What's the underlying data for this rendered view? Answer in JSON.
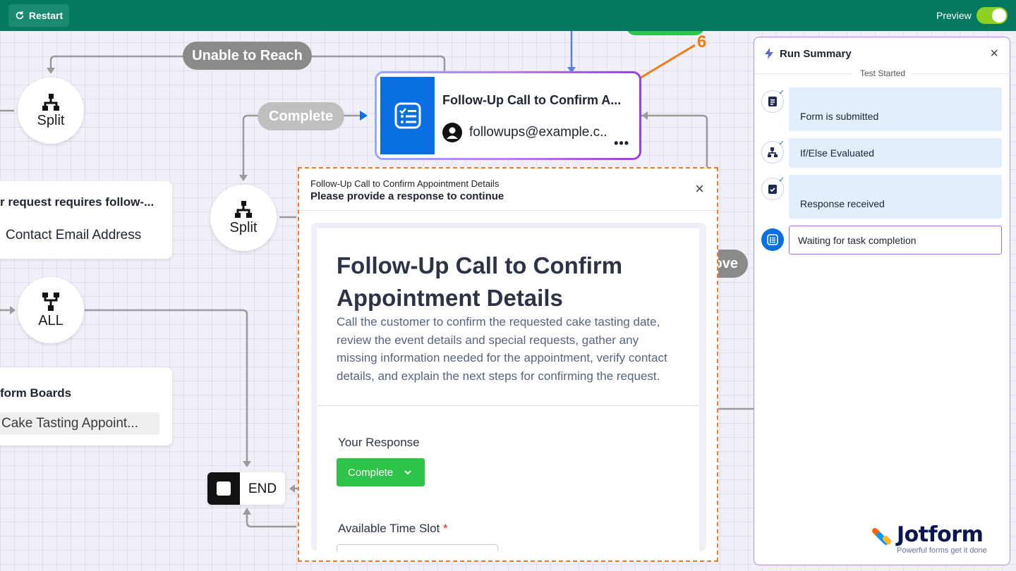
{
  "topbar": {
    "restart_label": "Restart",
    "preview_label": "Preview",
    "preview_on": true
  },
  "canvas": {
    "pill_unable": "Unable to Reach",
    "pill_complete": "Complete",
    "pill_approve_partial": "ove",
    "split_label": "Split",
    "all_label": "ALL",
    "end_label": "END",
    "card_condition_title": "r request requires follow-...",
    "card_condition_value": "Contact Email Address",
    "card_boards_title": "form Boards",
    "card_boards_value": "Cake Tasting Appoint..."
  },
  "form_node": {
    "title": "Follow-Up Call to Confirm A...",
    "email": "followups@example.c..",
    "more": "•••"
  },
  "annotation": {
    "number": "6",
    "color": "#f07a14"
  },
  "modal": {
    "subtitle": "Follow-Up Call to Confirm Appointment Details",
    "title": "Please provide a response to continue",
    "close": "×",
    "form_heading": "Follow-Up Call to Confirm Appointment Details",
    "form_description": "Call the customer to confirm the requested cake tasting date, review the event details and special requests, gather any missing information needed for the appointment, verify contact details, and explain the next steps for confirming the request.",
    "response_label": "Your Response",
    "response_value": "Complete",
    "slot_label": "Available Time Slot",
    "slot_required": "*"
  },
  "run_summary": {
    "title": "Run Summary",
    "close": "×",
    "started": "Test Started",
    "steps": [
      {
        "label": "Form is submitted",
        "icon": "form-doc-icon",
        "status": "done"
      },
      {
        "label": "If/Else Evaluated",
        "icon": "branch-icon",
        "status": "done"
      },
      {
        "label": "Response received",
        "icon": "approval-icon",
        "status": "done"
      },
      {
        "label": "Waiting for task completion",
        "icon": "task-list-icon",
        "status": "active"
      }
    ],
    "brand": "Jotform",
    "brand_tagline": "Powerful forms get it done"
  },
  "colors": {
    "topbar": "#04795f",
    "accent_blue": "#0a6fe3",
    "complete_green": "#2ec34a",
    "modal_border": "#f07a2a",
    "panel_border": "#b58de8"
  }
}
